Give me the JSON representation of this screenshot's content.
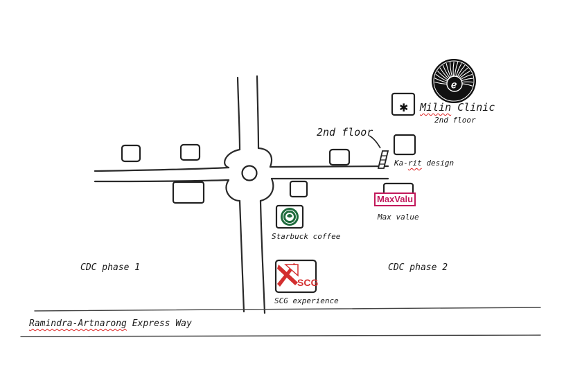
{
  "labels": {
    "milin_clinic": "Milin Clinic",
    "milin_floor": "2nd floor",
    "second_floor": "2nd floor",
    "karit_design": "Ka-rit design",
    "max_value": "Max value",
    "starbuck_coffee": "Starbuck coffee",
    "cdc_phase_1": "CDC phase 1",
    "cdc_phase_2": "CDC phase 2",
    "scg_experience": "SCG experience",
    "expressway": "Ramindra-Artnarong Express Way"
  },
  "logos": {
    "maxvalu_text": "MaxValu",
    "scg_text": "SCG"
  },
  "colors": {
    "ink": "#222222",
    "maxvalu": "#c2185b",
    "scg": "#d32f2f",
    "starbucks": "#1e6b3c",
    "spellcheck": "#dd2222"
  },
  "icons": {
    "milin_logo": "spiral-fan-logo",
    "clinic_marker": "asterisk",
    "starbucks_logo": "starbucks-siren-logo",
    "scg_logo": "scg-logo",
    "maxvalu_logo": "maxvalu-logo"
  }
}
